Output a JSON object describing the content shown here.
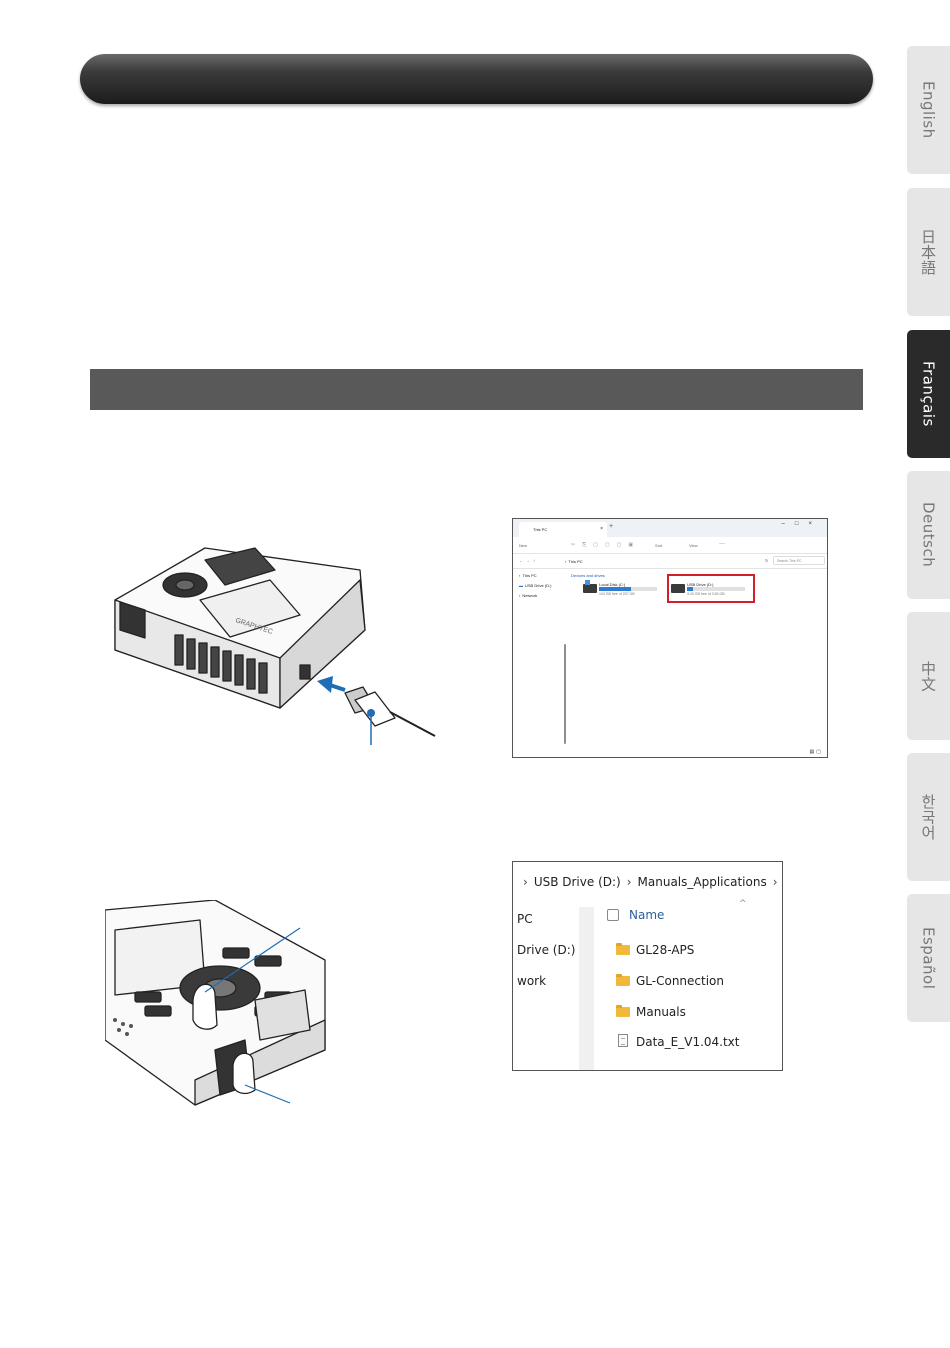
{
  "language_tabs": [
    {
      "label": "English",
      "active": false
    },
    {
      "label": "日本語",
      "active": false
    },
    {
      "label": "Français",
      "active": true
    },
    {
      "label": "Deutsch",
      "active": false
    },
    {
      "label": "中文",
      "active": false
    },
    {
      "label": "한국어",
      "active": false
    },
    {
      "label": "Español",
      "active": false
    }
  ],
  "device_illustration": {
    "brand_mark": "GRAPHTEC"
  },
  "explorer_window": {
    "tab_title": "This PC",
    "toolbar": {
      "new_label": "New",
      "sort_label": "Sort",
      "view_label": "View",
      "more_label": "···"
    },
    "address_path": "This PC",
    "search_placeholder": "Search This PC",
    "sidebar": [
      "This PC",
      "USB Drive (D:)",
      "Network"
    ],
    "group_label": "Devices and drives",
    "drives": [
      {
        "name": "Local Disk (C:)",
        "free_text": "104 GB free of 237 GB",
        "used_fraction": 0.56
      },
      {
        "name": "USB Drive (D:)",
        "free_text": "3.40 GB free of 3.80 GB",
        "used_fraction": 0.1
      }
    ],
    "highlight_color": "#d21f2a"
  },
  "file_panel": {
    "breadcrumb": [
      "USB Drive (D:)",
      "Manuals_Applications"
    ],
    "nav_items": [
      "PC",
      "Drive (D:)",
      "work"
    ],
    "column_header": "Name",
    "files": [
      {
        "name": "GL28-APS",
        "kind": "folder"
      },
      {
        "name": "GL-Connection",
        "kind": "folder"
      },
      {
        "name": "Manuals",
        "kind": "folder"
      },
      {
        "name": "Data_E_V1.04.txt",
        "kind": "text"
      }
    ]
  },
  "colors": {
    "title_bar": "#2a2a2a",
    "section_bar": "#595959",
    "active_tab": "#2a2a2a",
    "inactive_tab": "#e6e6e6",
    "callout_line": "#1f6db5"
  }
}
